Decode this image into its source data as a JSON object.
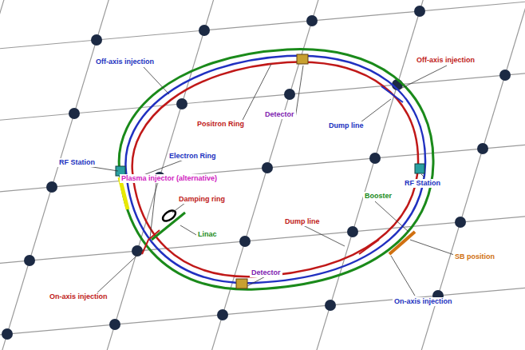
{
  "diagram": {
    "labels": [
      "Off-axis injection",
      "Off-axis injection",
      "Positron Ring",
      "Detector",
      "Dump line",
      "Electron Ring",
      "RF Station",
      "RF Station",
      "Plasma injector (alternative)",
      "Damping ring",
      "Booster",
      "Linac",
      "Dump line",
      "Detector",
      "SB position",
      "On-axis injection",
      "On-axis injection"
    ]
  }
}
